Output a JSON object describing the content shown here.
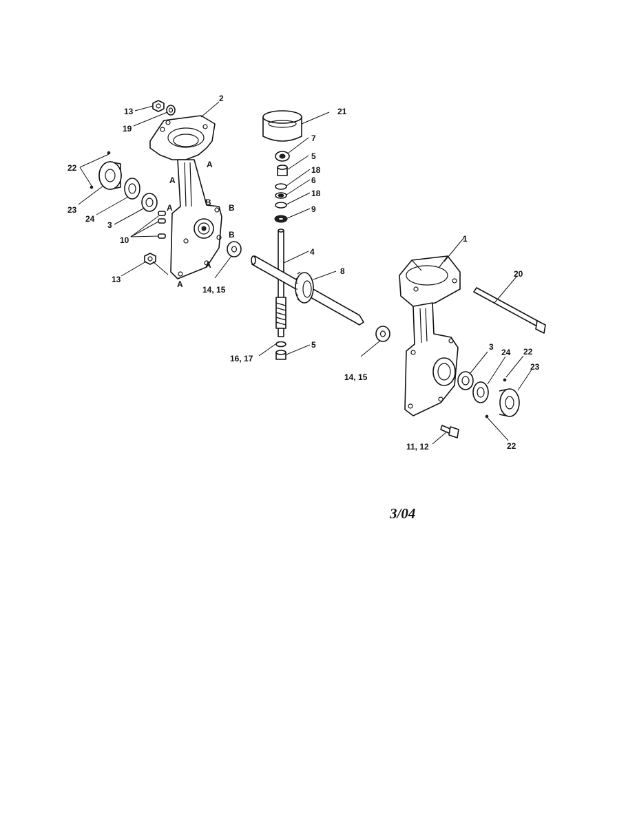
{
  "callouts": {
    "c1": "1",
    "c2": "2",
    "c3a": "3",
    "c3b": "3",
    "c4": "4",
    "c5a": "5",
    "c5b": "5",
    "c6": "6",
    "c7": "7",
    "c8": "8",
    "c9": "9",
    "c10": "10",
    "c11_12": "11, 12",
    "c13a": "13",
    "c13b": "13",
    "c14_15a": "14, 15",
    "c14_15b": "14, 15",
    "c16_17": "16, 17",
    "c18a": "18",
    "c18b": "18",
    "c19": "19",
    "c20": "20",
    "c21": "21",
    "c22a": "22",
    "c22b": "22",
    "c22c": "22",
    "c23a": "23",
    "c23b": "23",
    "c24a": "24",
    "c24b": "24"
  },
  "reference_marks": {
    "A": "A",
    "B": "B"
  },
  "revision_date": "3/04"
}
